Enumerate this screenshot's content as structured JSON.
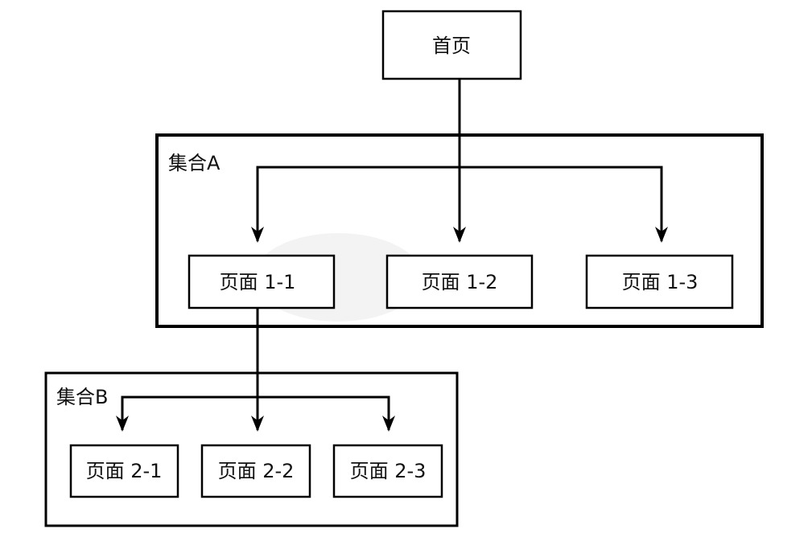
{
  "nodes": {
    "home": "首页",
    "page_1_1": "页面 1-1",
    "page_1_2": "页面 1-2",
    "page_1_3": "页面 1-3",
    "page_2_1": "页面 2-1",
    "page_2_2": "页面 2-2",
    "page_2_3": "页面 2-3"
  },
  "groups": {
    "a": "集合A",
    "b": "集合B"
  },
  "edges": [
    {
      "from": "home",
      "to": "page_1_2"
    },
    {
      "from": "home",
      "to": "page_1_1"
    },
    {
      "from": "home",
      "to": "page_1_3"
    },
    {
      "from": "page_1_1",
      "to": "page_2_2"
    },
    {
      "from": "page_1_1",
      "to": "page_2_1"
    },
    {
      "from": "page_1_1",
      "to": "page_2_3"
    }
  ]
}
